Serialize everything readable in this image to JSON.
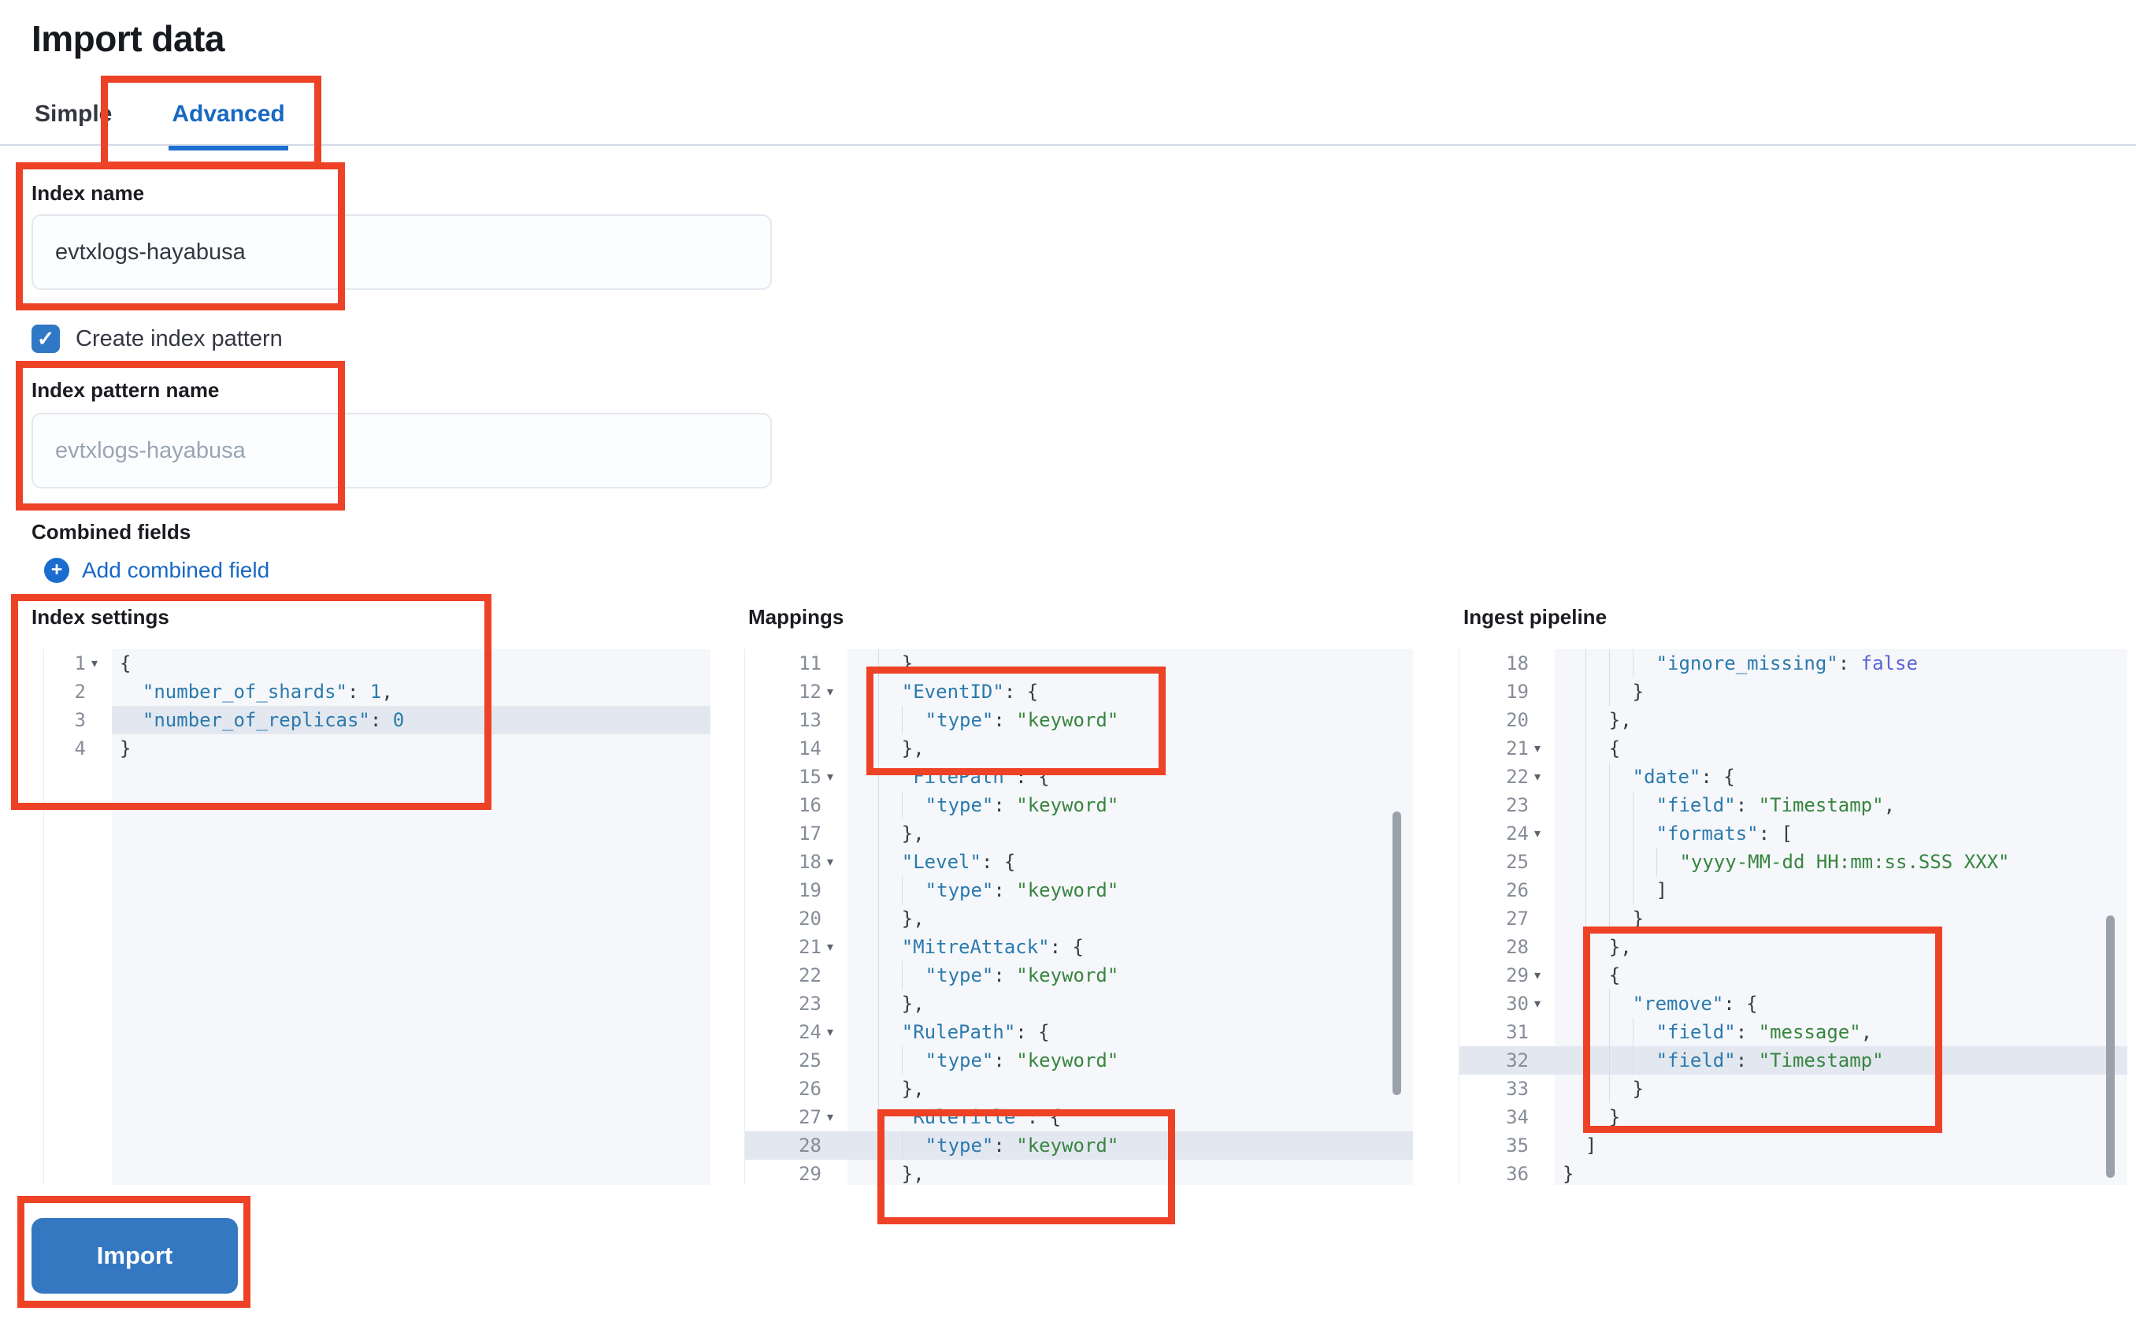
{
  "page": {
    "title": "Import data"
  },
  "tabs": {
    "simple": "Simple",
    "advanced": "Advanced"
  },
  "form": {
    "index_name": {
      "label": "Index name",
      "value": "evtxlogs-hayabusa"
    },
    "create_index_pattern": {
      "label": "Create index pattern",
      "checked": true,
      "check_glyph": "✓"
    },
    "index_pattern_name": {
      "label": "Index pattern name",
      "placeholder": "evtxlogs-hayabusa"
    },
    "combined_fields": {
      "heading": "Combined fields",
      "add_link": "Add combined field",
      "plus_glyph": "+"
    }
  },
  "actions": {
    "import_label": "Import"
  },
  "editors": [
    {
      "label": "Index settings",
      "lines": [
        {
          "n": 1,
          "t": "{",
          "fold": true
        },
        {
          "n": 2,
          "t": "  \"number_of_shards\": 1,"
        },
        {
          "n": 3,
          "t": "  \"number_of_replicas\": 0",
          "hl": true
        },
        {
          "n": 4,
          "t": "}"
        }
      ]
    },
    {
      "label": "Mappings",
      "lines": [
        {
          "n": 11,
          "t": "    },"
        },
        {
          "n": 12,
          "t": "    \"EventID\": {",
          "fold": true
        },
        {
          "n": 13,
          "t": "      \"type\": \"keyword\""
        },
        {
          "n": 14,
          "t": "    },"
        },
        {
          "n": 15,
          "t": "    \"FilePath\": {",
          "fold": true
        },
        {
          "n": 16,
          "t": "      \"type\": \"keyword\""
        },
        {
          "n": 17,
          "t": "    },"
        },
        {
          "n": 18,
          "t": "    \"Level\": {",
          "fold": true
        },
        {
          "n": 19,
          "t": "      \"type\": \"keyword\""
        },
        {
          "n": 20,
          "t": "    },"
        },
        {
          "n": 21,
          "t": "    \"MitreAttack\": {",
          "fold": true
        },
        {
          "n": 22,
          "t": "      \"type\": \"keyword\""
        },
        {
          "n": 23,
          "t": "    },"
        },
        {
          "n": 24,
          "t": "    \"RulePath\": {",
          "fold": true
        },
        {
          "n": 25,
          "t": "      \"type\": \"keyword\""
        },
        {
          "n": 26,
          "t": "    },"
        },
        {
          "n": 27,
          "t": "    \"RuleTitle\": {",
          "fold": true
        },
        {
          "n": 28,
          "t": "      \"type\": \"keyword\"",
          "hl": true
        },
        {
          "n": 29,
          "t": "    },"
        }
      ]
    },
    {
      "label": "Ingest pipeline",
      "lines": [
        {
          "n": 18,
          "t": "        \"ignore_missing\": false"
        },
        {
          "n": 19,
          "t": "      }"
        },
        {
          "n": 20,
          "t": "    },"
        },
        {
          "n": 21,
          "t": "    {",
          "fold": true
        },
        {
          "n": 22,
          "t": "      \"date\": {",
          "fold": true
        },
        {
          "n": 23,
          "t": "        \"field\": \"Timestamp\","
        },
        {
          "n": 24,
          "t": "        \"formats\": [",
          "fold": true
        },
        {
          "n": 25,
          "t": "          \"yyyy-MM-dd HH:mm:ss.SSS XXX\""
        },
        {
          "n": 26,
          "t": "        ]"
        },
        {
          "n": 27,
          "t": "      }"
        },
        {
          "n": 28,
          "t": "    },"
        },
        {
          "n": 29,
          "t": "    {",
          "fold": true
        },
        {
          "n": 30,
          "t": "      \"remove\": {",
          "fold": true
        },
        {
          "n": 31,
          "t": "        \"field\": \"message\","
        },
        {
          "n": 32,
          "t": "        \"field\": \"Timestamp\"",
          "hl": true
        },
        {
          "n": 33,
          "t": "      }"
        },
        {
          "n": 34,
          "t": "    }"
        },
        {
          "n": 35,
          "t": "  ]"
        },
        {
          "n": 36,
          "t": "}"
        }
      ]
    }
  ],
  "colors": {
    "annotation_red": "#ee4226",
    "accent_blue": "#1868c4",
    "button_blue": "#3478c2",
    "code_key": "#2b7aad",
    "code_string": "#388540",
    "code_bool": "#5b63d6"
  }
}
